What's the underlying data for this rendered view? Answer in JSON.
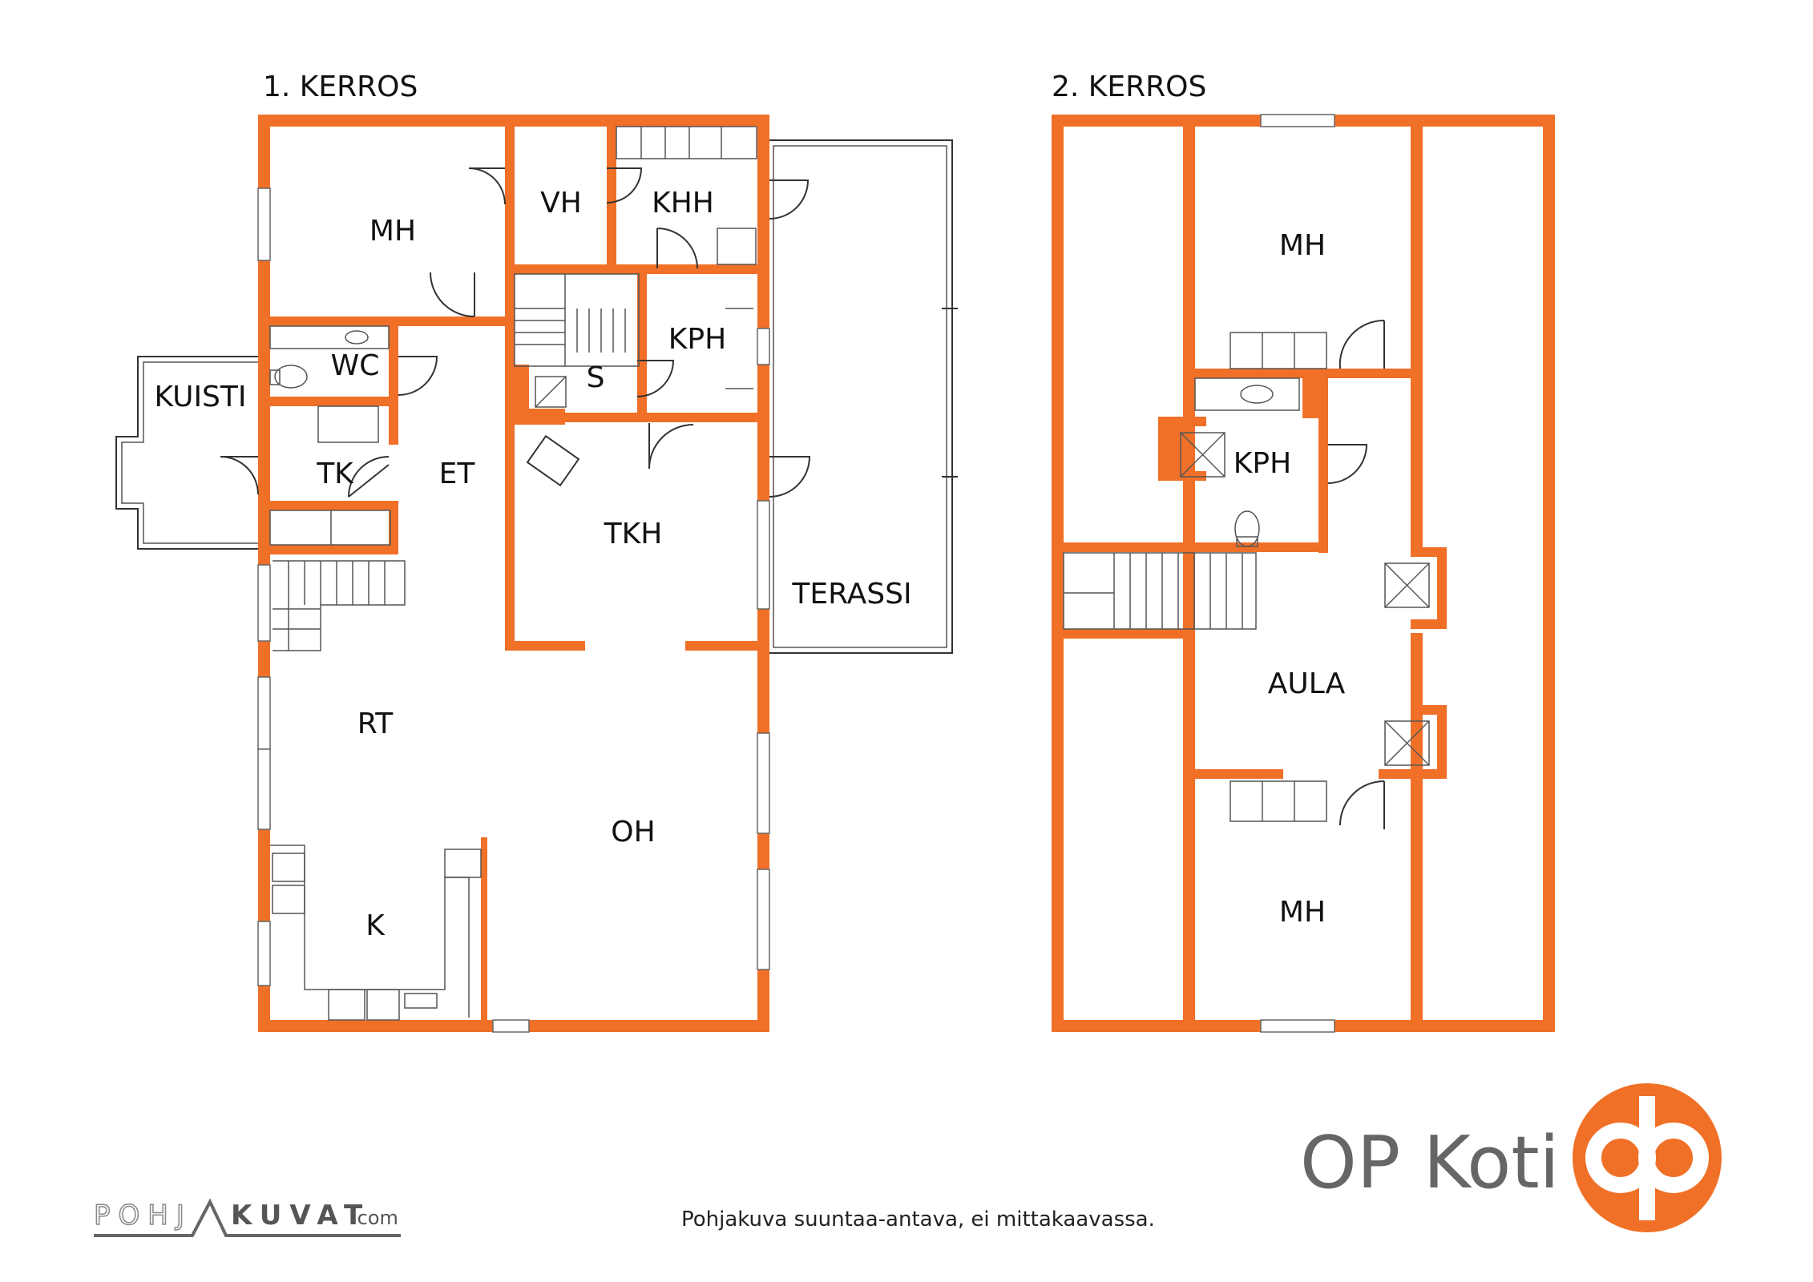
{
  "floors": [
    {
      "title": "1. KERROS",
      "rooms": [
        "MH",
        "VH",
        "KHH",
        "WC",
        "KPH",
        "S",
        "KUISTI",
        "TK",
        "ET",
        "TKH",
        "TERASSI",
        "RT",
        "OH",
        "K"
      ]
    },
    {
      "title": "2. KERROS",
      "rooms": [
        "MH",
        "KPH",
        "AULA",
        "MH"
      ]
    }
  ],
  "note": "Pohjakuva suuntaa-antava, ei mittakaavassa.",
  "brand": {
    "name": "OP Koti",
    "accent_color": "#f07027",
    "logo_icon": "op-logo-icon"
  },
  "credit": {
    "part1": "POHJ",
    "part2": "KUVAT",
    "suffix": ".com"
  }
}
